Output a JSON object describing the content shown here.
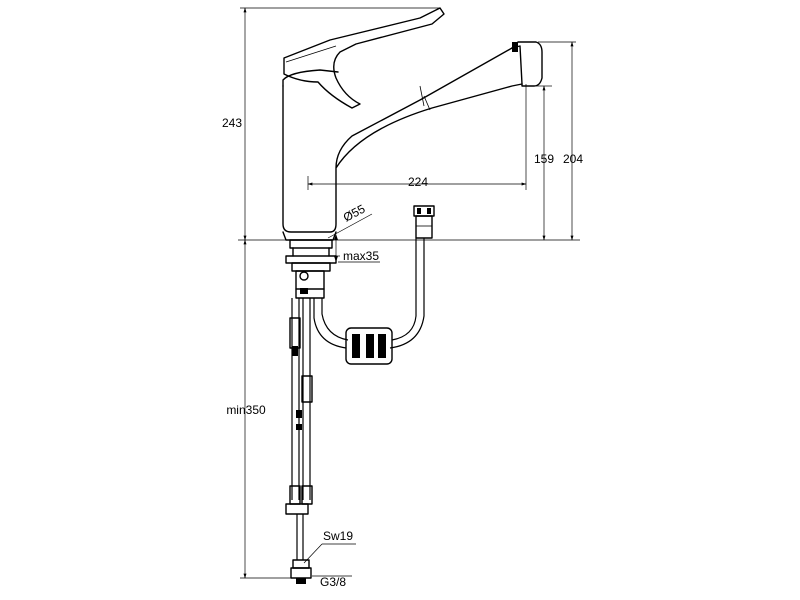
{
  "dimensions": {
    "total_height": "243",
    "spout_height": "159",
    "overall_height": "204",
    "spout_reach": "224",
    "base_diameter": "Ø55",
    "deck_thickness": "max35",
    "hose_length": "min350",
    "wrench_size": "Sw19",
    "thread": "G3/8"
  }
}
